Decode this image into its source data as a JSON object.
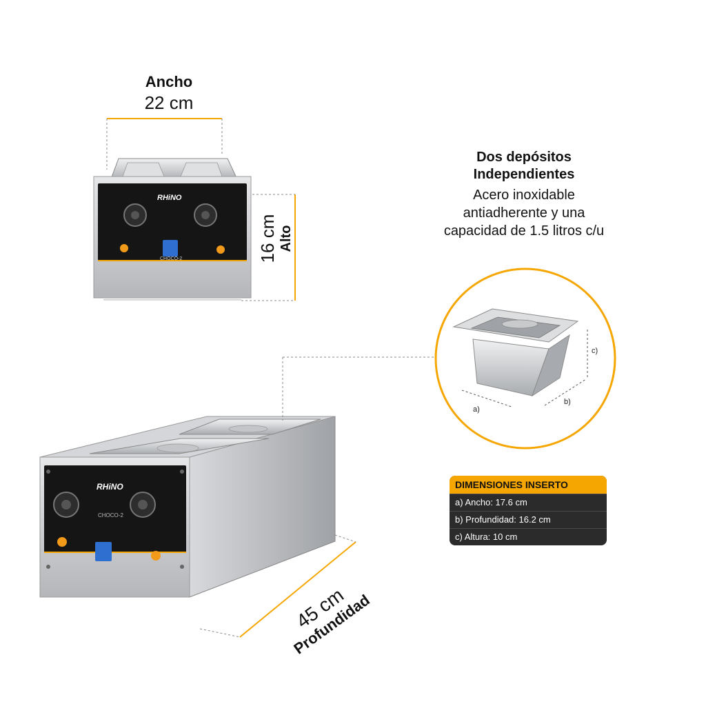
{
  "width": {
    "label": "Ancho",
    "value": "22 cm"
  },
  "height": {
    "value": "16 cm",
    "label": "Alto"
  },
  "depth": {
    "value": "45 cm",
    "label": "Profundidad"
  },
  "features": {
    "title_line1": "Dos depósitos",
    "title_line2": "Independientes",
    "desc_line1": "Acero inoxidable",
    "desc_line2": "antiadherente y una",
    "desc_line3": "capacidad de 1.5 litros c/u"
  },
  "insert_labels": {
    "a": "a)",
    "b": "b)",
    "c": "c)"
  },
  "dimensions_table": {
    "header": "DIMENSIONES INSERTO",
    "rows": [
      "a) Ancho: 17.6 cm",
      "b) Profundidad: 16.2 cm",
      "c) Altura: 10 cm"
    ]
  },
  "product": {
    "brand": "RHiNO",
    "model": "CHOCO-2"
  },
  "colors": {
    "accent": "#f6a600",
    "panel": "#151515",
    "steel": "#c9cacc",
    "table_bg": "#2b2b2b"
  }
}
